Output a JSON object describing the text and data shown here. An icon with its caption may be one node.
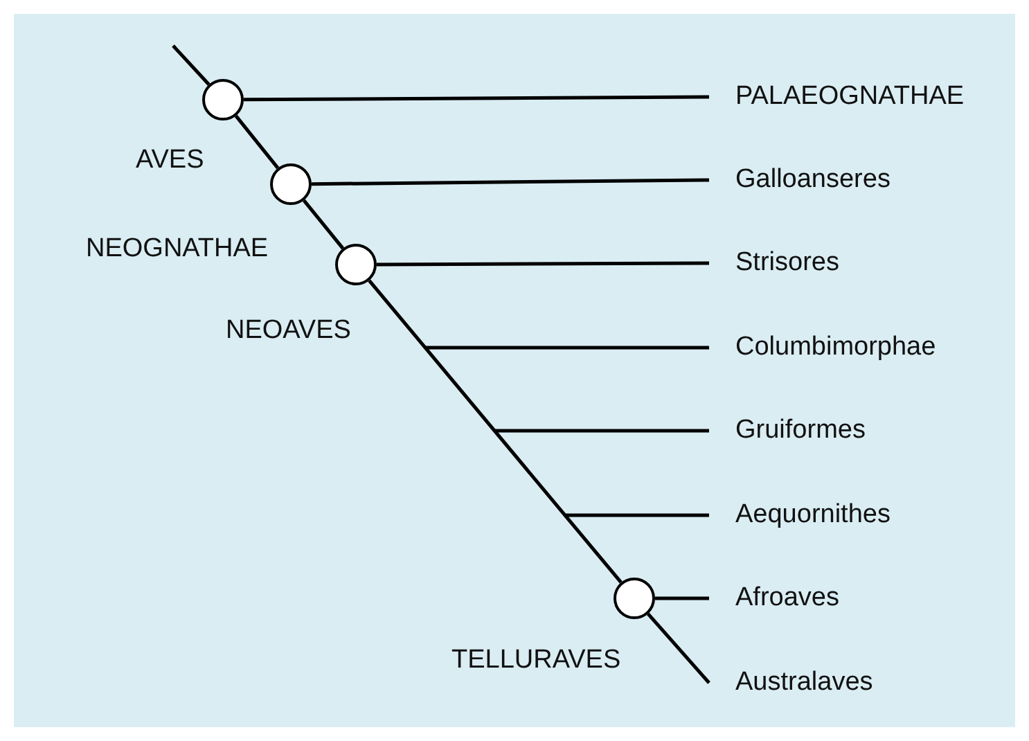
{
  "diagram": {
    "nodes": [
      {
        "text": [],
        "shape": "circle",
        "beside": [
          "AVES"
        ]
      },
      {
        "text": [
          "PALAEOGNATHAE"
        ]
      },
      {
        "text": [],
        "shape": "circle",
        "beside": [
          "NEOGNATHAE"
        ]
      },
      {
        "text": [
          "Galloanseres"
        ]
      },
      {
        "text": [],
        "shape": "circle",
        "beside": [
          "NEOAVES"
        ]
      },
      {
        "text": [
          "Strisores"
        ]
      },
      {
        "text": [
          "Columbimorphae"
        ]
      },
      {
        "text": [
          "Gruiformes"
        ]
      },
      {
        "text": [
          "Aequornithes"
        ]
      },
      {
        "text": [],
        "shape": "circle",
        "beside": [
          "TELLURAVES"
        ]
      },
      {
        "text": [
          "Afroaves"
        ]
      },
      {
        "text": [
          "Australaves"
        ]
      }
    ],
    "edges": [
      {
        "from": null,
        "to": 0,
        "arrow": "none"
      },
      {
        "from": 0,
        "to": 1,
        "arrow": "none"
      },
      {
        "from": 0,
        "to": 2,
        "arrow": "none"
      },
      {
        "from": 2,
        "to": 3,
        "arrow": "none"
      },
      {
        "from": 2,
        "to": 4,
        "arrow": "none"
      },
      {
        "from": 4,
        "to": 5,
        "arrow": "none"
      },
      {
        "from": 4,
        "to": 9,
        "arrow": "none"
      },
      {
        "from": null,
        "to": 6,
        "arrow": "none"
      },
      {
        "from": null,
        "to": 7,
        "arrow": "none"
      },
      {
        "from": null,
        "to": 8,
        "arrow": "none"
      },
      {
        "from": 9,
        "to": 10,
        "arrow": "none"
      },
      {
        "from": 9,
        "to": 11,
        "arrow": "none"
      }
    ]
  }
}
